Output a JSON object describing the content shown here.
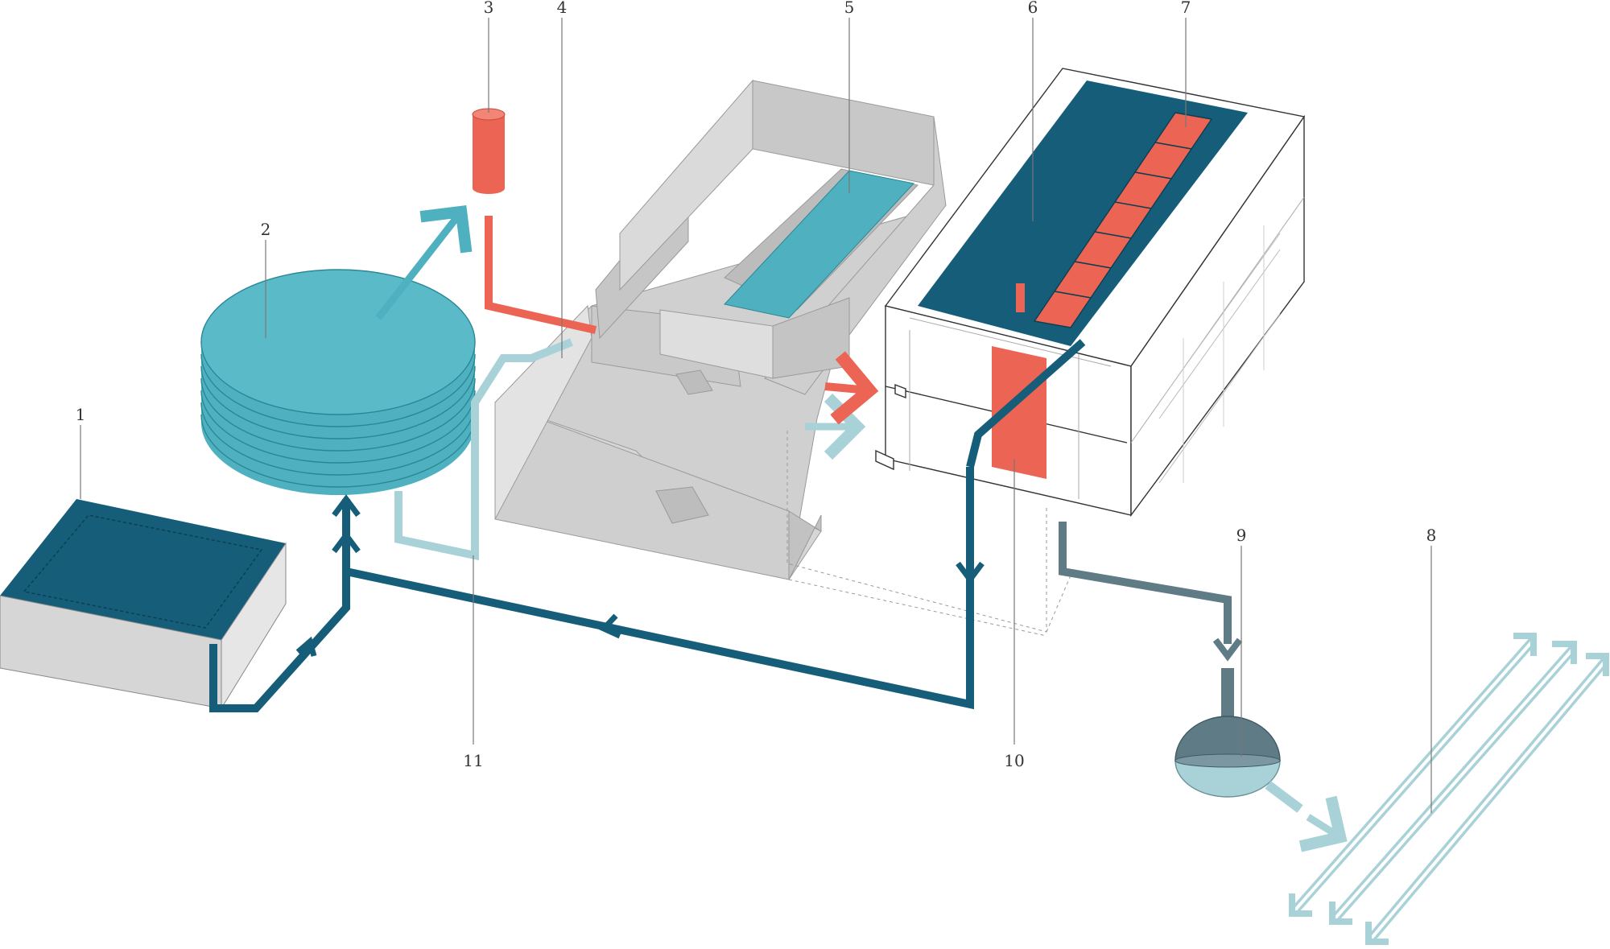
{
  "diagram": {
    "labels": [
      "1",
      "2",
      "3",
      "4",
      "5",
      "6",
      "7",
      "8",
      "9",
      "10",
      "11"
    ]
  },
  "colors": {
    "dark_teal": "#155d78",
    "teal": "#4fb1bf",
    "light_teal": "#a8d2d8",
    "slate": "#5e7b86",
    "red": "#ec6453",
    "grey": "#d4d4d4",
    "grey_dark": "#bdbdbd"
  },
  "icons": [
    "tank-block",
    "cistern-disc",
    "heater-cylinder",
    "pool-structure",
    "building-block",
    "solar-panels",
    "septic-sphere",
    "drain-field"
  ]
}
